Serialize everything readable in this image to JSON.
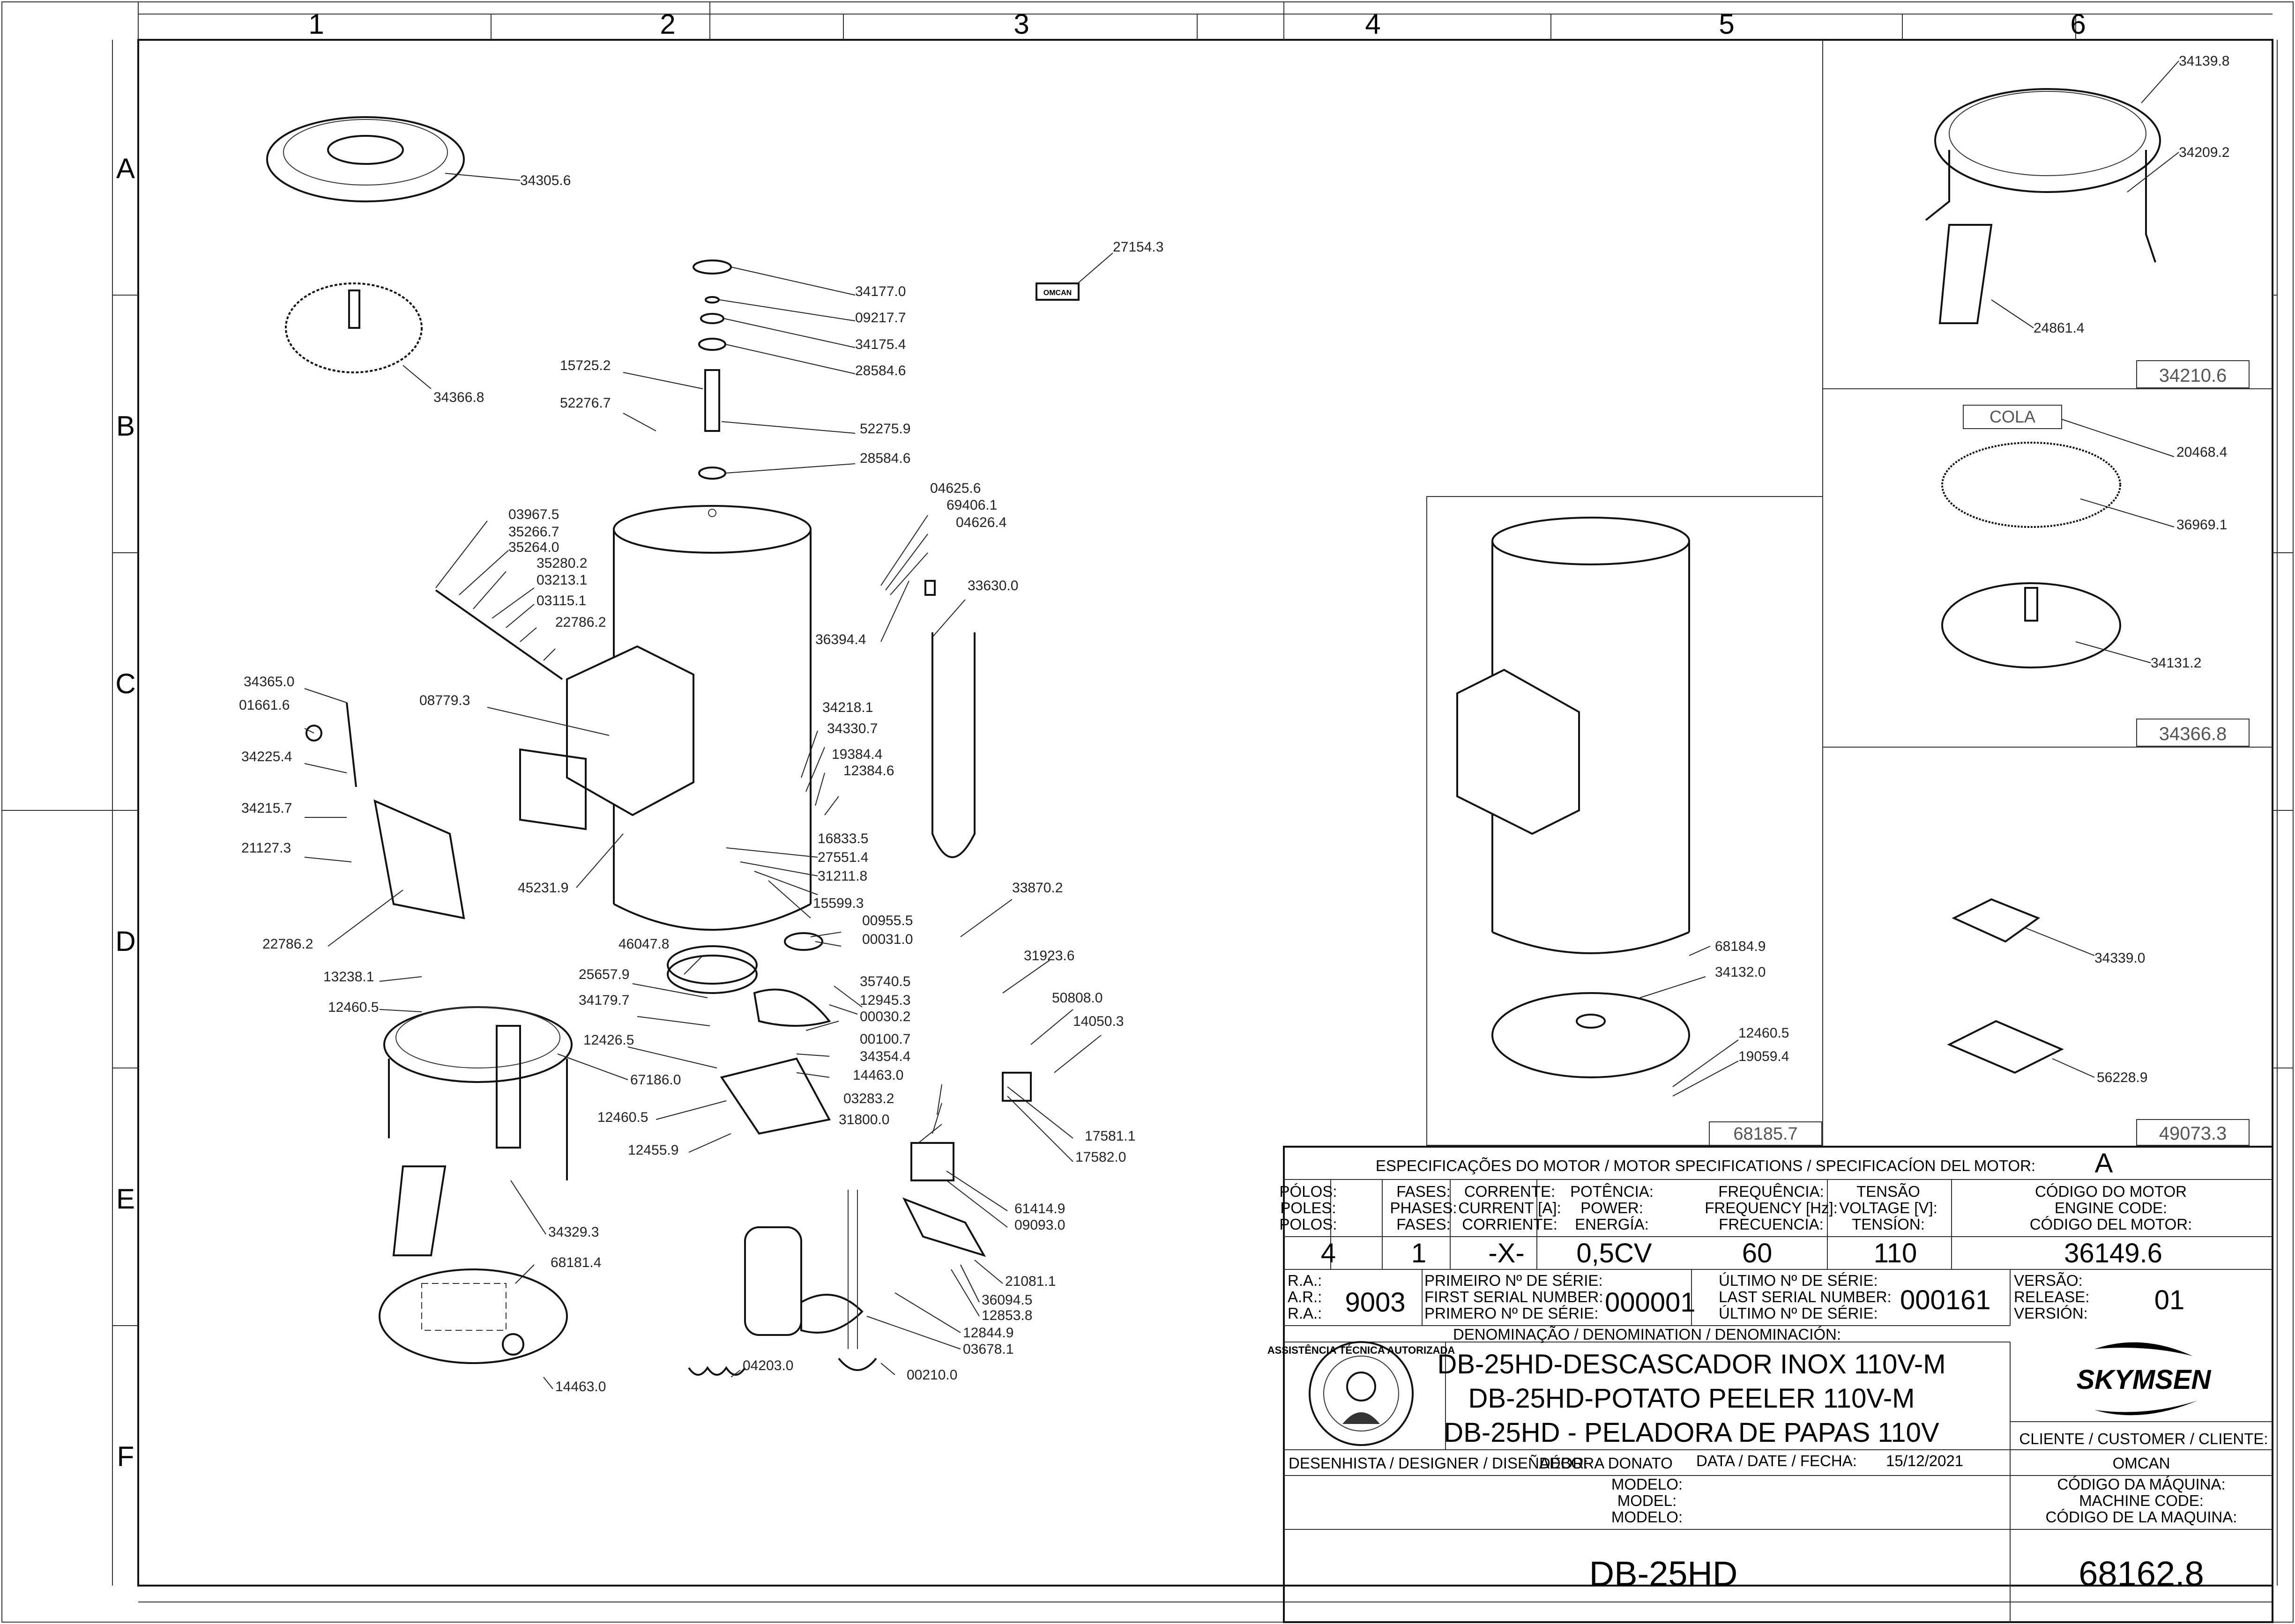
{
  "grid": {
    "columns": [
      "1",
      "2",
      "3",
      "4",
      "5",
      "6"
    ],
    "rows": [
      "A",
      "B",
      "C",
      "D",
      "E",
      "F"
    ]
  },
  "callouts": [
    "34305.6",
    "34366.8",
    "34177.0",
    "09217.7",
    "34175.4",
    "28584.6",
    "15725.2",
    "52276.7",
    "52275.9",
    "28584.6",
    "27154.3",
    "03967.5",
    "35266.7",
    "35264.0",
    "35280.2",
    "03213.1",
    "03115.1",
    "22786.2",
    "34365.0",
    "01661.6",
    "08779.3",
    "34225.4",
    "34215.7",
    "21127.3",
    "22786.2",
    "45231.9",
    "04625.6",
    "69406.1",
    "04626.4",
    "36394.4",
    "33630.0",
    "34218.1",
    "34330.7",
    "19384.4",
    "12384.6",
    "16833.5",
    "27551.4",
    "31211.8",
    "15599.3",
    "00955.5",
    "00031.0",
    "33870.2",
    "46047.8",
    "25657.9",
    "34179.7",
    "13238.1",
    "12460.5",
    "12426.5",
    "35740.5",
    "12945.3",
    "00030.2",
    "34354.4",
    "00100.7",
    "31923.6",
    "50808.0",
    "14050.3",
    "14463.0",
    "03283.2",
    "31800.0",
    "12460.5",
    "12455.9",
    "67186.0",
    "17581.1",
    "17582.0",
    "61414.9",
    "09093.0",
    "34329.3",
    "68181.4",
    "21081.1",
    "36094.5",
    "12853.8",
    "12844.9",
    "03678.1",
    "14463.0",
    "04203.0",
    "00210.0",
    "68184.9",
    "34132.0",
    "12460.5",
    "19059.4",
    "34139.8",
    "34209.2",
    "24861.4",
    "20468.4",
    "36969.1",
    "34131.2",
    "34339.0",
    "56228.9"
  ],
  "logo_mark": "OMCAN",
  "boxes": {
    "center_ref": "68185.7",
    "right_top_ref": "34210.6",
    "right_mid_tag": "COLA",
    "right_mid_ref": "34366.8",
    "right_bot_ref": "49073.3"
  },
  "title_block": {
    "motor_header": "ESPECIFICAÇÕES DO MOTOR / MOTOR SPECIFICATIONS / SPECIFICACÍON DEL MOTOR:",
    "motor_version": "A",
    "headers": {
      "poles": [
        "PÓLOS:",
        "POLES:",
        "POLOS:"
      ],
      "phases": [
        "FASES:",
        "PHASES:",
        "FASES:"
      ],
      "current": [
        "CORRENTE:",
        "CURRENT [A]:",
        "CORRIENTE:"
      ],
      "power": [
        "POTÊNCIA:",
        "POWER:",
        "ENERGÍA:"
      ],
      "frequency": [
        "FREQUÊNCIA:",
        "FREQUENCY [Hz]:",
        "FRECUENCIA:"
      ],
      "voltage": [
        "TENSÃO",
        "VOLTAGE [V]:",
        "TENSÍON:"
      ],
      "engine_code": [
        "CÓDIGO DO MOTOR",
        "ENGINE CODE:",
        "CÓDIGO DEL MOTOR:"
      ]
    },
    "values": {
      "poles": "4",
      "phases": "1",
      "current": "-X-",
      "power": "0,5CV",
      "frequency": "60",
      "voltage": "110",
      "engine_code": "36149.6"
    },
    "ra_labels": [
      "R.A.:",
      "A.R.:",
      "R.A.:"
    ],
    "ra_value": "9003",
    "first_serial_labels": [
      "PRIMEIRO Nº DE SÉRIE:",
      "FIRST SERIAL NUMBER:",
      "PRIMERO Nº DE SÉRIE:"
    ],
    "first_serial": "000001",
    "last_serial_labels": [
      "ÚLTIMO Nº DE SÉRIE:",
      "LAST SERIAL NUMBER:",
      "ÚLTIMO Nº DE SÉRIE:"
    ],
    "last_serial": "000161",
    "release_labels": [
      "VERSÃO:",
      "RELEASE:",
      "VERSIÓN:"
    ],
    "release": "01",
    "denomination_label": "DENOMINAÇÃO / DENOMINATION / DENOMINACIÓN:",
    "denominations": [
      "DB-25HD-DESCASCADOR INOX 110V-M",
      "DB-25HD-POTATO PEELER 110V-M",
      "DB-25HD - PELADORA DE PAPAS 110V"
    ],
    "brand": "SKYMSEN",
    "seal_text": "ASSISTÊNCIA TÉCNICA AUTORIZADA",
    "customer_label": "CLIENTE / CUSTOMER / CLIENTE:",
    "customer": "OMCAN",
    "designer_label": "DESENHISTA / DESIGNER / DISEÑADOR:",
    "designer": "DÉBORA DONATO",
    "date_label": "DATA / DATE / FECHA:",
    "date": "15/12/2021",
    "model_labels": [
      "MODELO:",
      "MODEL:",
      "MODELO:"
    ],
    "model": "DB-25HD",
    "machine_code_labels": [
      "CÓDIGO DA MÁQUINA:",
      "MACHINE CODE:",
      "CÓDIGO DE LA MAQUINA:"
    ],
    "machine_code": "68162.8"
  }
}
